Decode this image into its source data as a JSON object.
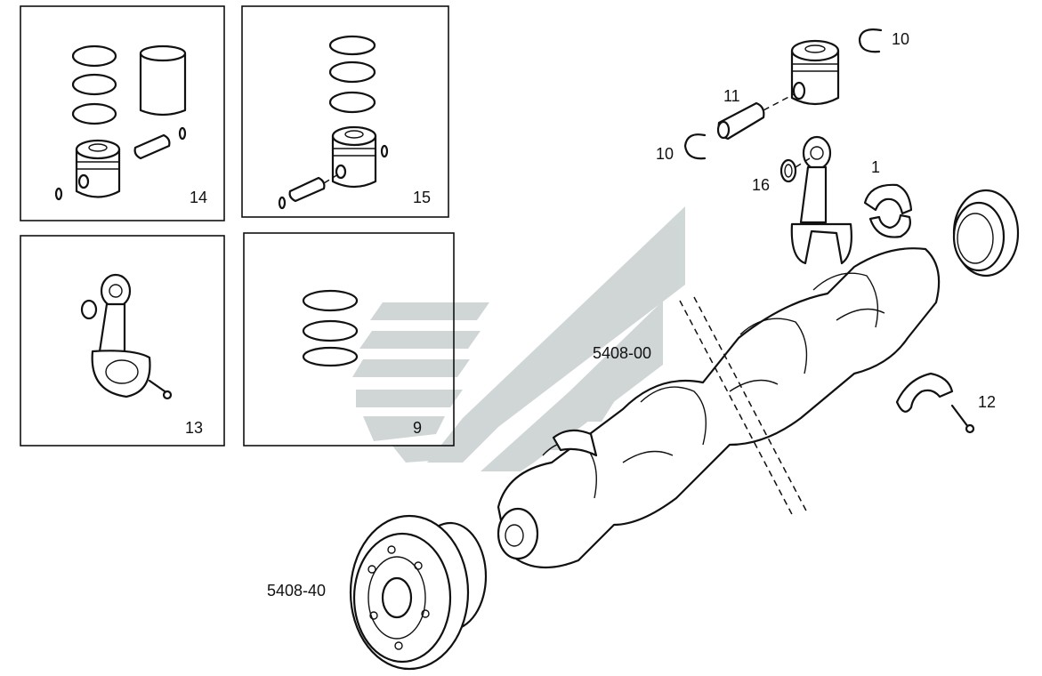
{
  "labels": {
    "kit_piston_complete": "14",
    "kit_piston_rings_pin": "15",
    "kit_connecting_rod": "13",
    "kit_rings": "9",
    "circlip_upper": "10",
    "circlip_lower": "10",
    "piston_pin": "11",
    "small_end_bush": "16",
    "bearing_shell": "1",
    "main_bearing_cap": "12",
    "crankshaft_group": "5408-00",
    "pulley_group": "5408-40"
  },
  "colors": {
    "line": "#111111",
    "watermark": "#c8d0d0",
    "background": "#ffffff"
  }
}
